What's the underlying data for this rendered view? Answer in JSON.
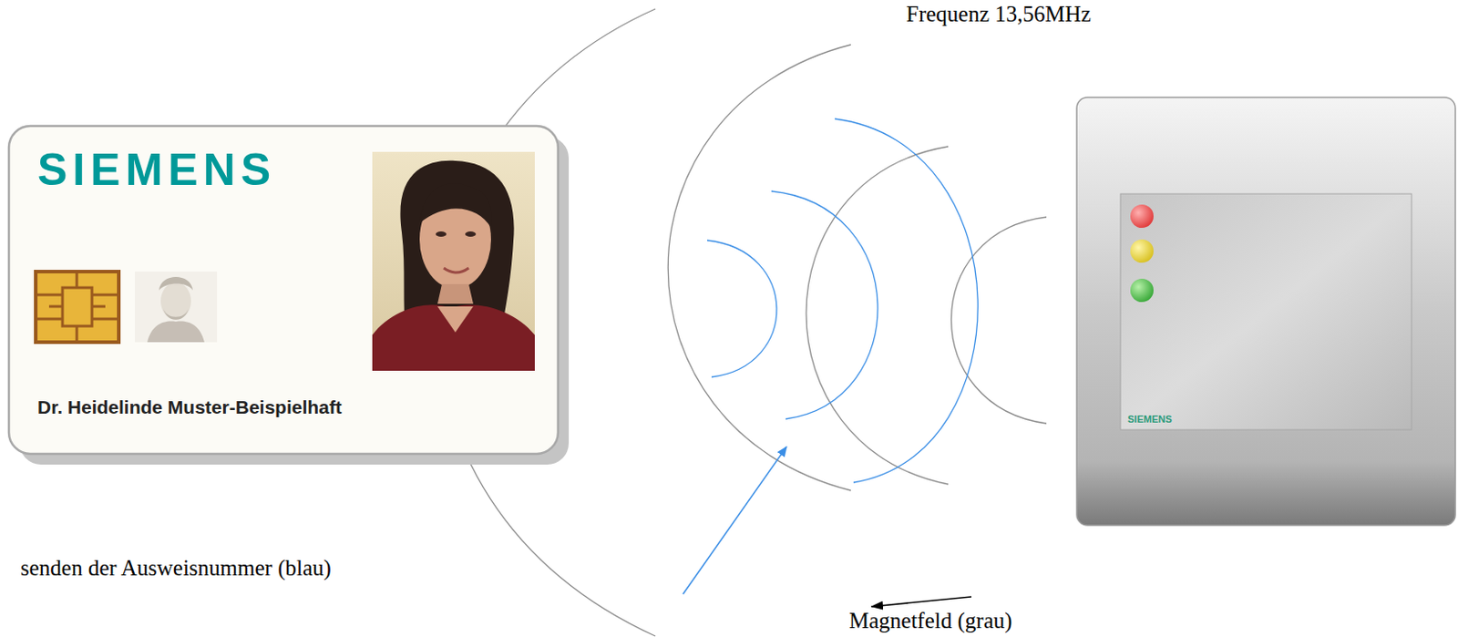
{
  "diagram": {
    "nodes": [
      {
        "text": [
          "SIEMENS",
          "Dr. Heidelinde Muster-Beispielhaft"
        ]
      },
      {
        "text": [
          "SIEMENS"
        ]
      }
    ],
    "labels": [
      "Frequenz 13,56MHz",
      "senden der Ausweisnummer (blau)",
      "Magnetfeld (grau)"
    ]
  }
}
